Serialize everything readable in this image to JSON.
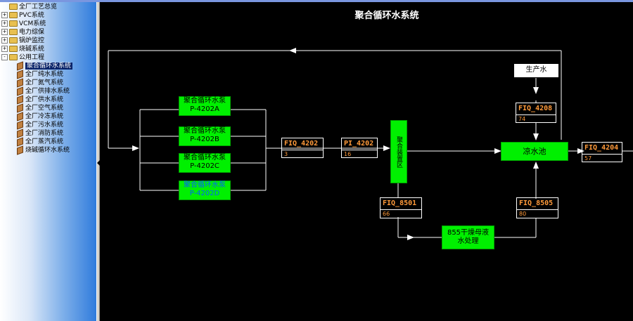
{
  "sidebar": {
    "items": [
      {
        "label": "全厂工艺总览",
        "type": "folder",
        "expander": ""
      },
      {
        "label": "PVC系统",
        "type": "folder",
        "expander": "+"
      },
      {
        "label": "VCM系统",
        "type": "folder",
        "expander": "+"
      },
      {
        "label": "电力综保",
        "type": "folder",
        "expander": "+"
      },
      {
        "label": "锅炉监控",
        "type": "folder",
        "expander": "+"
      },
      {
        "label": "烧碱系统",
        "type": "folder",
        "expander": "+"
      },
      {
        "label": "公用工程",
        "type": "folder",
        "expander": "-"
      },
      {
        "label": "聚合循环水系统",
        "type": "doc",
        "selected": true
      },
      {
        "label": "全厂纯水系统",
        "type": "doc"
      },
      {
        "label": "全厂氮气系统",
        "type": "doc"
      },
      {
        "label": "全厂供排水系统",
        "type": "doc"
      },
      {
        "label": "全厂供水系统",
        "type": "doc"
      },
      {
        "label": "全厂空气系统",
        "type": "doc"
      },
      {
        "label": "全厂冷冻系统",
        "type": "doc"
      },
      {
        "label": "全厂污水系统",
        "type": "doc"
      },
      {
        "label": "全厂消防系统",
        "type": "doc"
      },
      {
        "label": "全厂蒸汽系统",
        "type": "doc"
      },
      {
        "label": "烧碱循环水系统",
        "type": "doc"
      }
    ]
  },
  "diagram": {
    "title": "聚合循环水系统",
    "pumps": [
      {
        "name": "聚合循环水泵",
        "tag": "P-4202A"
      },
      {
        "name": "聚合循环水泵",
        "tag": "P-4202B"
      },
      {
        "name": "聚合循环水泵",
        "tag": "P-4202C"
      },
      {
        "name": "聚合循环水泵",
        "tag": "P-4202D"
      }
    ],
    "instruments": {
      "fiq4202": {
        "tag": "FIQ_4202",
        "value": "3"
      },
      "pi4202": {
        "tag": "PI_4202",
        "value": "16"
      },
      "fiq4208": {
        "tag": "FIQ_4208",
        "value": "74"
      },
      "fiq4204": {
        "tag": "FIQ_4204",
        "value": "57"
      },
      "fiq8501": {
        "tag": "FIQ_8501",
        "value": "66"
      },
      "fiq8505": {
        "tag": "FIQ_8505",
        "value": "80"
      }
    },
    "polymer_unit": "聚合装置区",
    "cold_pool": "凉水池",
    "production_water": "生产水",
    "dryer_line1": "855干燥母液",
    "dryer_line2": "水处理"
  },
  "colors": {
    "pump_green": "#00f000",
    "pump_active": "#0080ff",
    "instrument_text": "#ff9a3a",
    "line": "#ffffff"
  }
}
